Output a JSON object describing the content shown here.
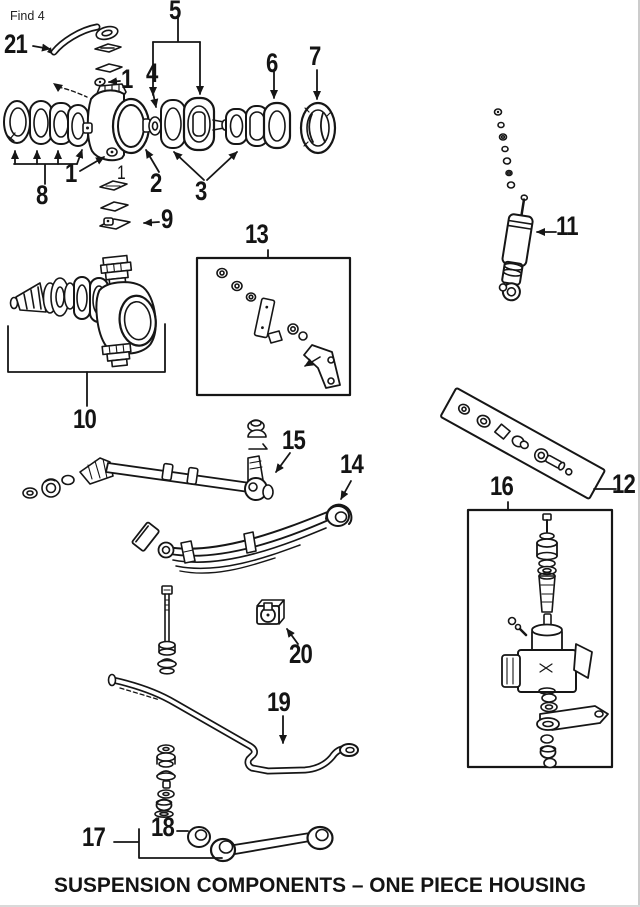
{
  "page": {
    "find_label": "Find 4",
    "title": "SUSPENSION COMPONENTS – ONE PIECE HOUSING",
    "ink_color": "#161616",
    "background_color": "#ffffff"
  },
  "callouts": {
    "c1a": "1",
    "c1b": "1",
    "c1c": "1",
    "c2": "2",
    "c3": "3",
    "c4": "4",
    "c5": "5",
    "c6": "6",
    "c7": "7",
    "c8": "8",
    "c9": "9",
    "c10": "10",
    "c11": "11",
    "c12": "12",
    "c13": "13",
    "c14": "14",
    "c15": "15",
    "c16": "16",
    "c17": "17",
    "c18": "18",
    "c19": "19",
    "c20": "20",
    "c21": "21"
  }
}
